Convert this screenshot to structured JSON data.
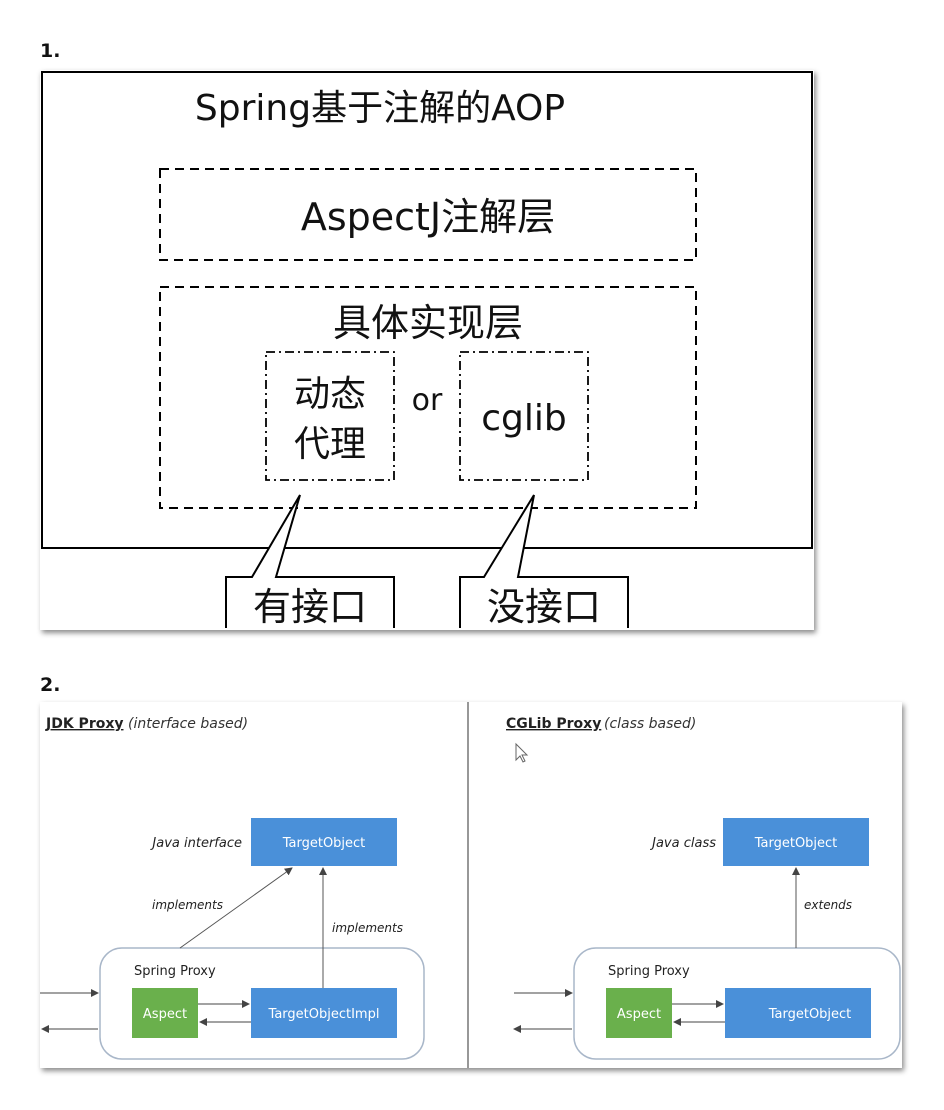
{
  "section1": {
    "number": "1.",
    "title": "Spring基于注解的AOP",
    "aspectj_layer": "AspectJ注解层",
    "impl_layer": "具体实现层",
    "dynamic_proxy_line1": "动态",
    "dynamic_proxy_line2": "代理",
    "or_text": "or",
    "cglib": "cglib",
    "with_interface": "有接口",
    "without_interface": "没接口"
  },
  "section2": {
    "number": "2.",
    "jdk": {
      "title": "JDK Proxy",
      "subtitle": "(interface based)",
      "interface_label": "Java interface",
      "target": "TargetObject",
      "implements_left": "implements",
      "implements_right": "implements",
      "proxy_label": "Spring Proxy",
      "aspect": "Aspect",
      "impl": "TargetObjectImpl"
    },
    "cglib": {
      "title": "CGLib Proxy",
      "subtitle": "(class based)",
      "class_label": "Java class",
      "target": "TargetObject",
      "extends": "extends",
      "proxy_label": "Spring Proxy",
      "aspect": "Aspect",
      "target_inner": "TargetObject"
    }
  },
  "colors": {
    "blue_box": "#4a90d9",
    "green_box": "#6ab04c",
    "proxy_border": "#a9b7c9"
  }
}
